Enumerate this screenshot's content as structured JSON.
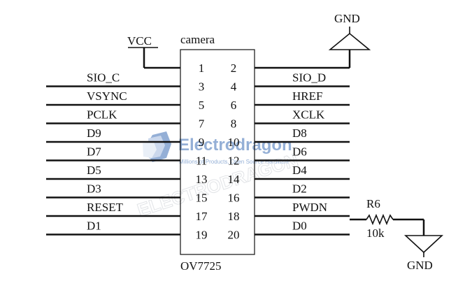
{
  "component": {
    "name": "camera",
    "part": "OV7725"
  },
  "power": {
    "vcc": "VCC",
    "gnd_top": "GND",
    "gnd_bottom": "GND"
  },
  "resistor": {
    "ref": "R6",
    "value": "10k"
  },
  "rows": [
    {
      "left_label": "",
      "left_pin": "1",
      "right_pin": "2",
      "right_label": ""
    },
    {
      "left_label": "SIO_C",
      "left_pin": "3",
      "right_pin": "4",
      "right_label": "SIO_D"
    },
    {
      "left_label": "VSYNC",
      "left_pin": "5",
      "right_pin": "6",
      "right_label": "HREF"
    },
    {
      "left_label": "PCLK",
      "left_pin": "7",
      "right_pin": "8",
      "right_label": "XCLK"
    },
    {
      "left_label": "D9",
      "left_pin": "9",
      "right_pin": "10",
      "right_label": "D8"
    },
    {
      "left_label": "D7",
      "left_pin": "11",
      "right_pin": "12",
      "right_label": "D6"
    },
    {
      "left_label": "D5",
      "left_pin": "13",
      "right_pin": "14",
      "right_label": "D4"
    },
    {
      "left_label": "D3",
      "left_pin": "15",
      "right_pin": "16",
      "right_label": "D2"
    },
    {
      "left_label": "RESET",
      "left_pin": "17",
      "right_pin": "18",
      "right_label": "PWDN"
    },
    {
      "left_label": "D1",
      "left_pin": "19",
      "right_pin": "20",
      "right_label": "D0"
    }
  ],
  "watermark": {
    "brand": "Electrodragon",
    "tagline": "Millions of Products, Open Source Hardware",
    "diagonal": "ELECTRODRAGON"
  },
  "colors": {
    "line": "#111111",
    "watermark_blue": "#3d6fb5",
    "watermark_gray": "#c9cdd3"
  }
}
